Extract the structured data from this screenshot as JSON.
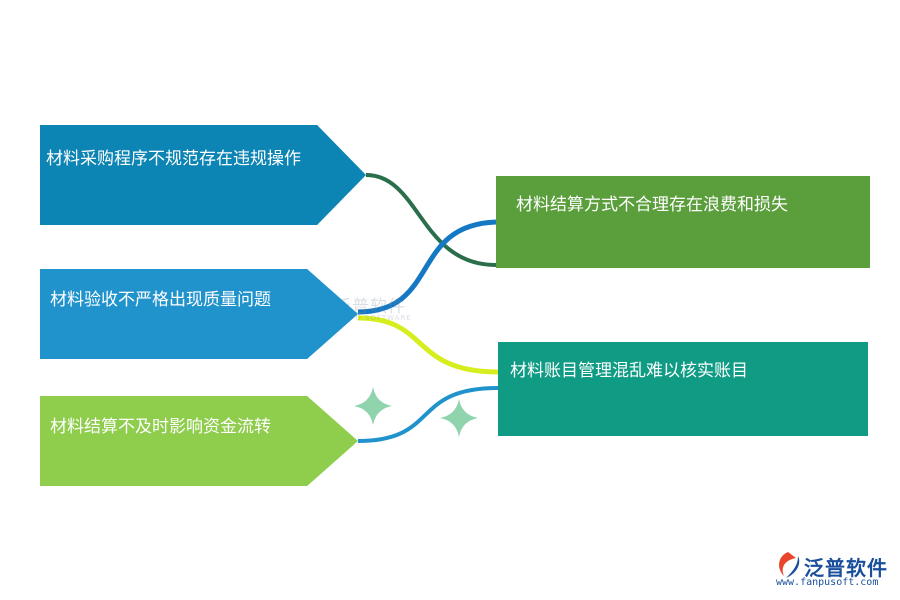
{
  "diagram": {
    "left_boxes": [
      {
        "text": "材料采购程序不规范存在违规操作",
        "color": "#0c84b4"
      },
      {
        "text": "材料验收不严格出现质量问题",
        "color": "#2193cc"
      },
      {
        "text": "材料结算不及时影响资金流转",
        "color": "#8fcd4c"
      }
    ],
    "right_boxes": [
      {
        "text": "材料结算方式不合理存在浪费和损失",
        "color": "#5b9e3c"
      },
      {
        "text": "材料账目管理混乱难以核实账目",
        "color": "#0f9b84"
      }
    ],
    "connector_colors": {
      "top_to_top": "#2a6e4c",
      "middle_to_top": "#1478c4",
      "middle_to_bottom": "#d6ee1e",
      "bottom_to_bottom": "#2193cc"
    },
    "sparkle_color": "#8fd4ad"
  },
  "watermark": {
    "name": "泛普软件",
    "sub": "FANPU SOFTWARE"
  },
  "logo": {
    "name": "泛普软件",
    "url": "www.fanpusoft.com"
  }
}
